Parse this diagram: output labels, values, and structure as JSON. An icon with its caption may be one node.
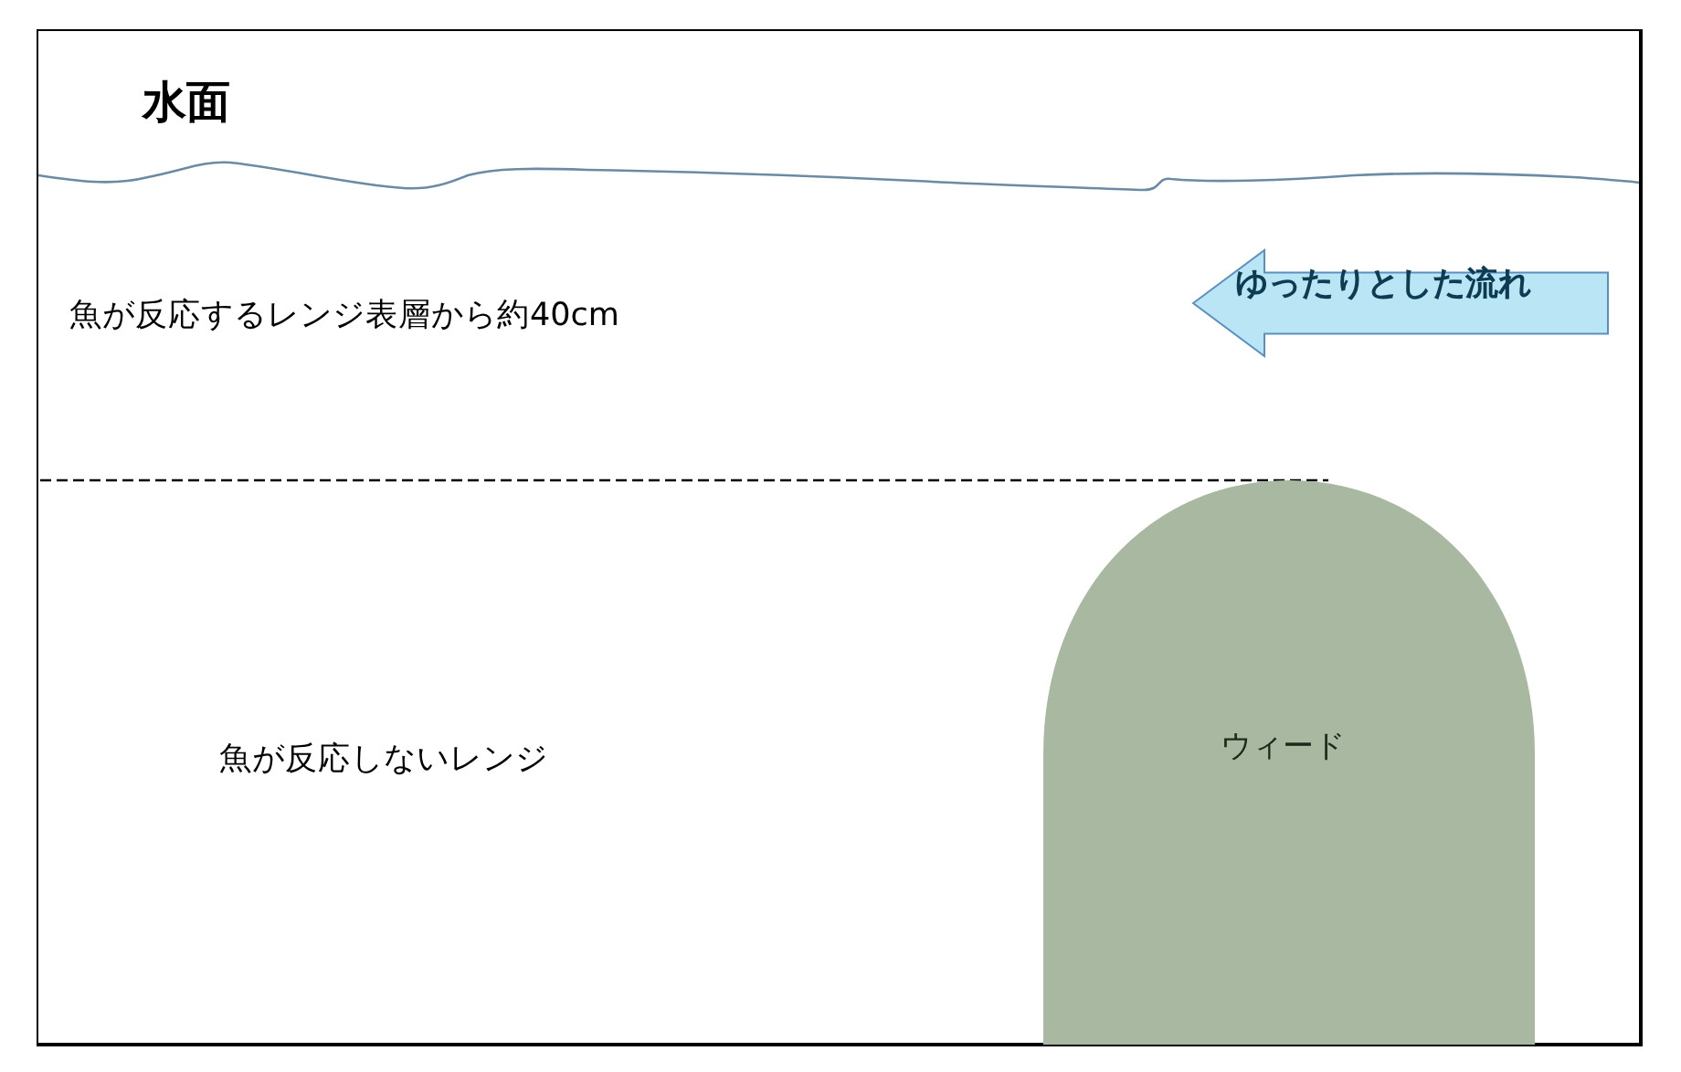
{
  "diagram": {
    "nodes": [
      {
        "text": [
          "ゆったりとした流れ"
        ]
      },
      {
        "text": [
          "ウィード"
        ]
      }
    ],
    "labels": [
      "水面",
      "魚が反応するレンジ表層から約40cm",
      "魚が反応しないレンジ"
    ]
  }
}
